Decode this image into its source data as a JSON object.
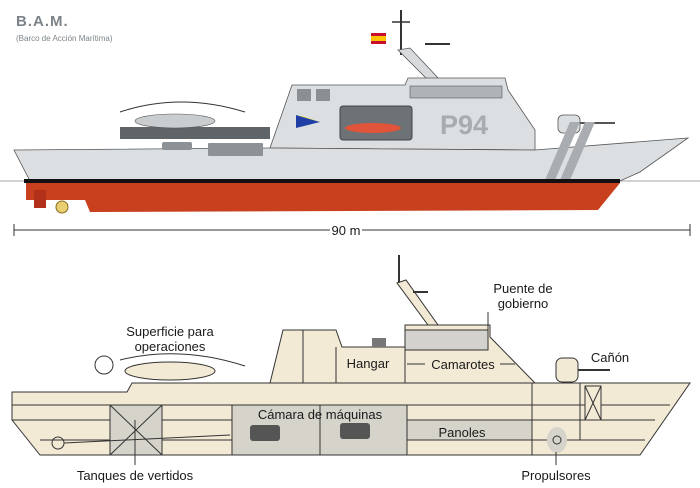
{
  "header": {
    "title": "B.A.M.",
    "subtitle": "(Barco de Acción Marítima)"
  },
  "exterior_view": {
    "hull_number": "P94",
    "length_label": "90 m"
  },
  "cutaway_view": {
    "labels": {
      "superficie": "Superficie para",
      "operaciones": "operaciones",
      "puente1": "Puente de",
      "puente2": "gobierno",
      "hangar": "Hangar",
      "camarotes": "Camarotes",
      "canon": "Cañón",
      "maquinas": "Cámara de máquinas",
      "panoles": "Panoles",
      "tanques": "Tanques de vertidos",
      "propulsores": "Propulsores"
    }
  },
  "colors": {
    "hull_grey": "#dcdfe2",
    "hull_red": "#c8401e",
    "cutaway": "#f3ead6",
    "title": "#7d8489"
  }
}
